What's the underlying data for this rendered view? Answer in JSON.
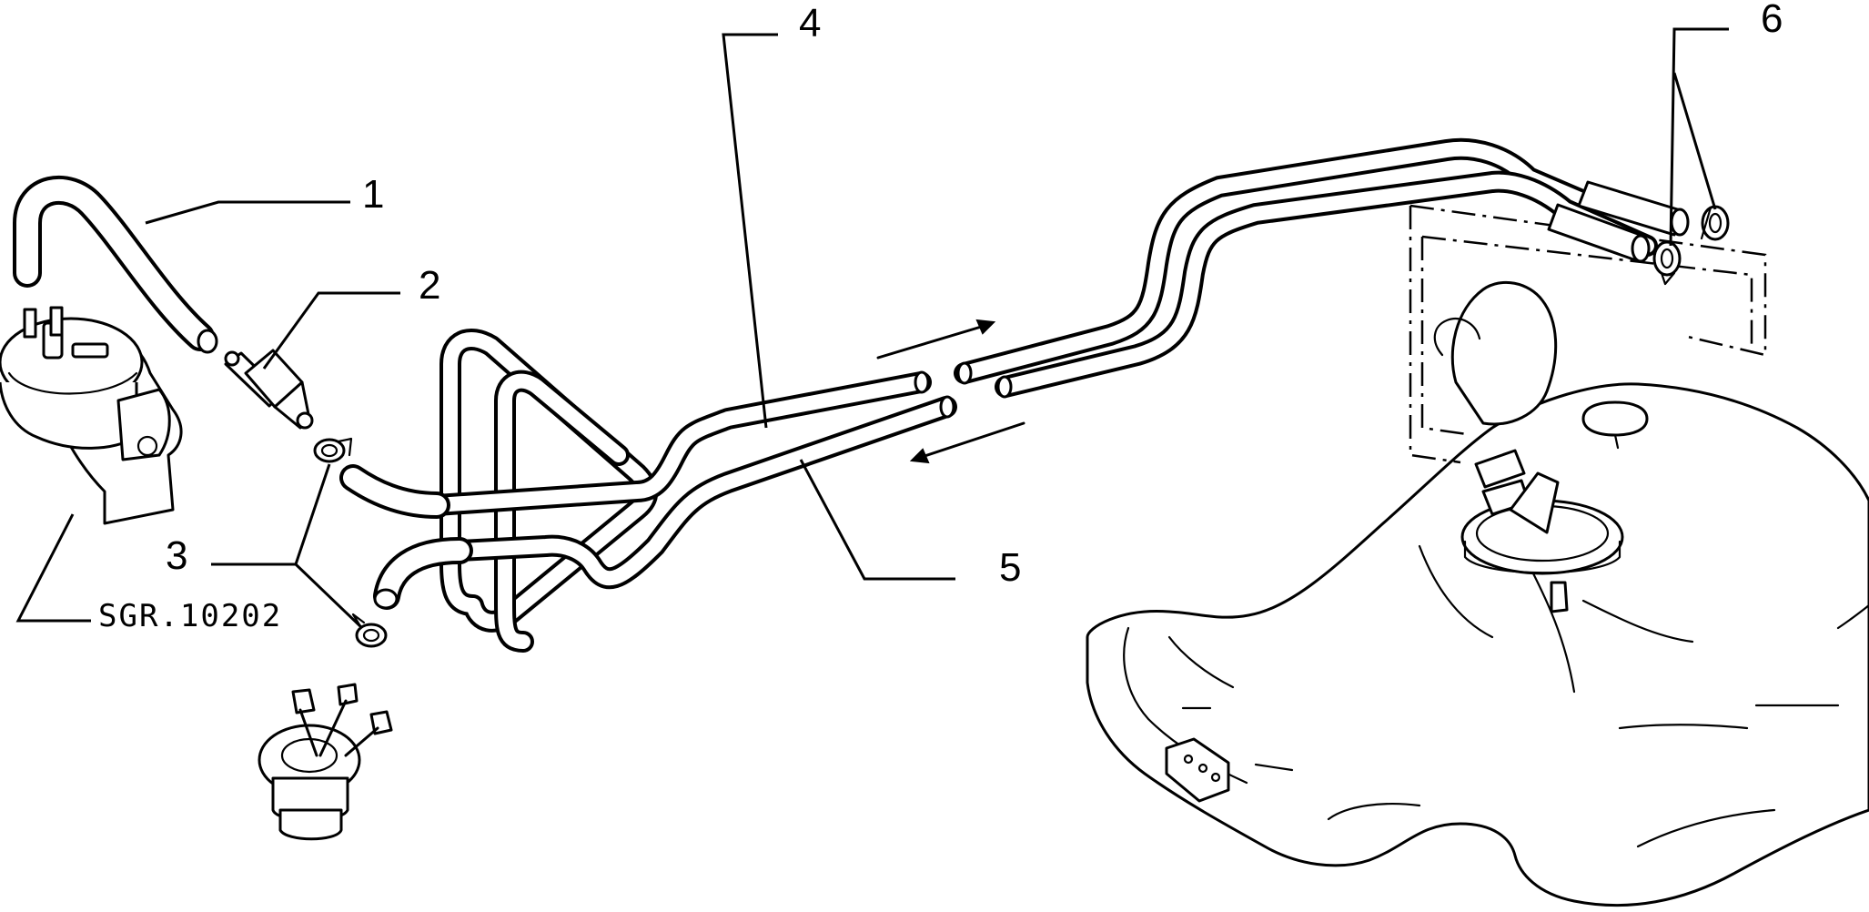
{
  "callouts": {
    "c1": "1",
    "c2": "2",
    "c3": "3",
    "c4": "4",
    "c5": "5",
    "c6": "6"
  },
  "drawing_code": "SGR.10202"
}
